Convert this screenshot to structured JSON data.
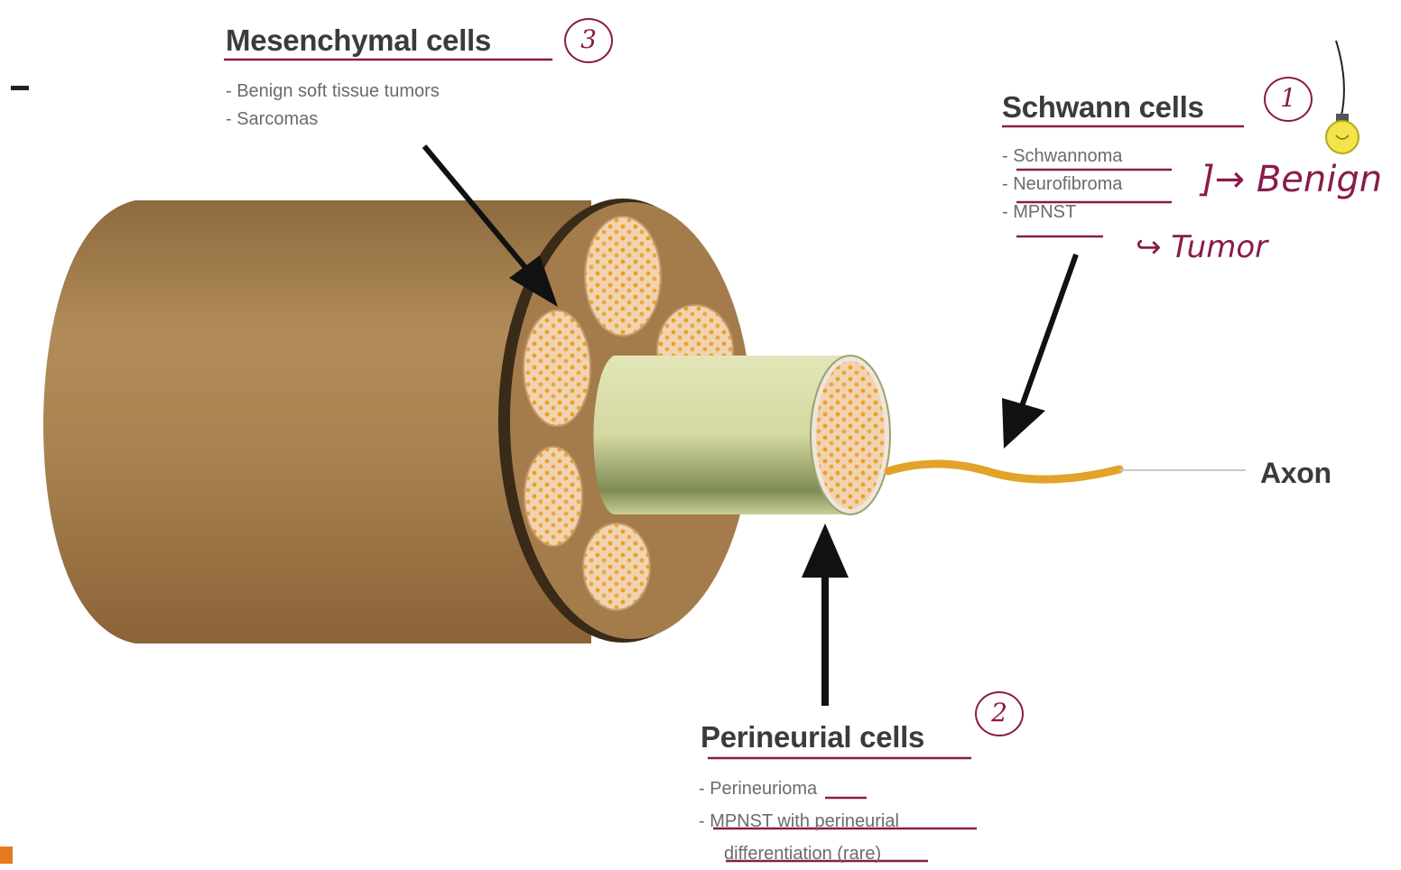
{
  "labels": {
    "mesenchymal": "Mesenchymal cells",
    "schwann": "Schwann cells",
    "perineurial": "Perineurial cells",
    "axon": "Axon"
  },
  "mesenchymal_items": [
    "- Benign soft tissue tumors",
    "- Sarcomas"
  ],
  "schwann_items": [
    "- Schwannoma",
    "- Neurofibroma",
    "- MPNST"
  ],
  "perineurial_items": [
    "- Perineurioma",
    "- MPNST with perineurial",
    "differentiation (rare)"
  ],
  "annotations": {
    "mesenchymal_number": "3",
    "schwann_number": "1",
    "perineurial_number": "2",
    "benign_note": "]→ Benign",
    "tumor_note": "↪ Tumor"
  },
  "colors": {
    "nerve_outer": "#a07a4a",
    "nerve_face": "#a47c4c",
    "fascicle": "#f1d2b1",
    "fascicle_dot": "#e9a21e",
    "perineurium": "#d6dca6",
    "axon_myelin": "#e3a32a",
    "annotation_ink": "#8a1b4a",
    "bulb": "#f2e44a"
  }
}
